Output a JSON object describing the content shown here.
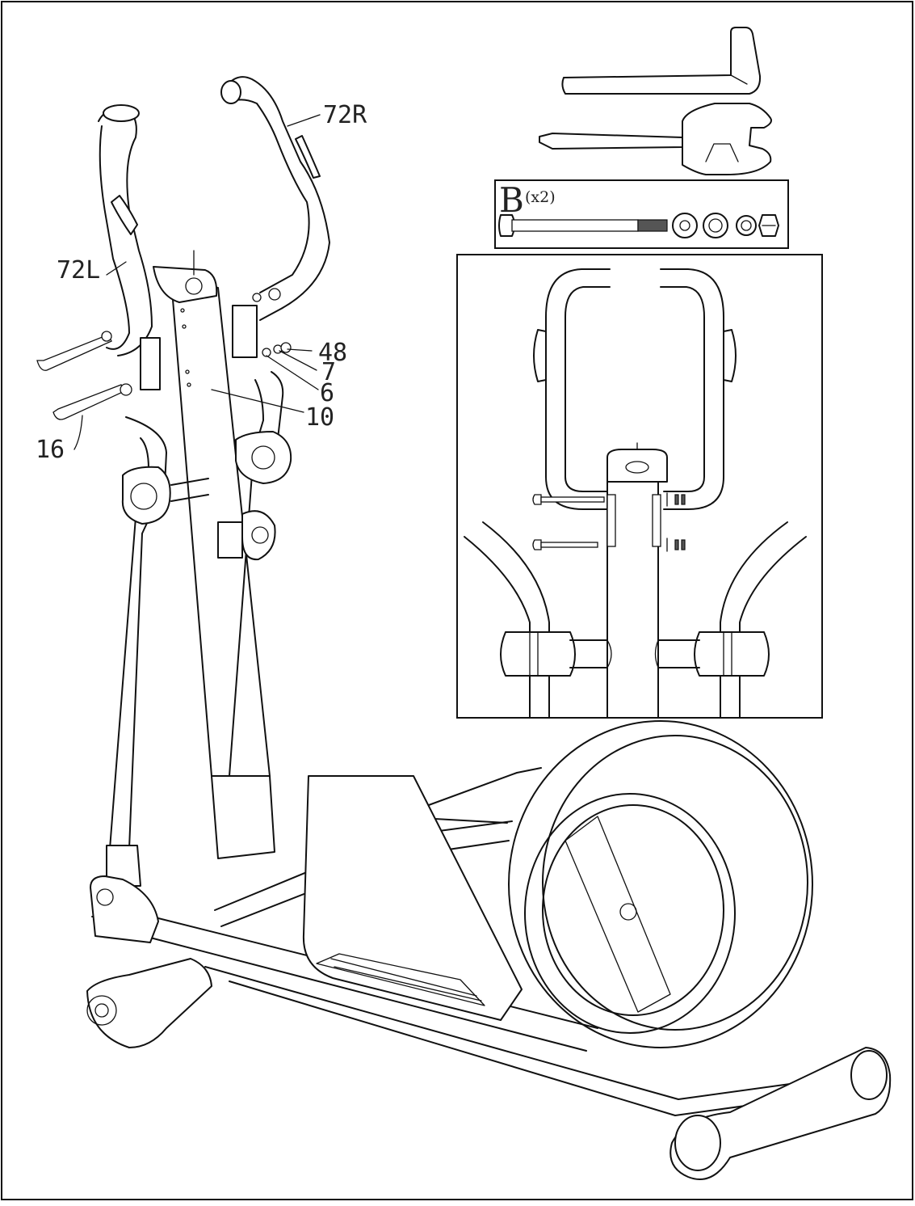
{
  "diagram": {
    "part_labels": {
      "handlebar_right": "72R",
      "handlebar_left": "72L",
      "nut": "48",
      "spring_washer": "7",
      "flat_washer": "6",
      "upright_post": "10",
      "bolt": "16"
    },
    "hardware_pack": {
      "letter": "B",
      "quantity": "(x2)"
    }
  }
}
